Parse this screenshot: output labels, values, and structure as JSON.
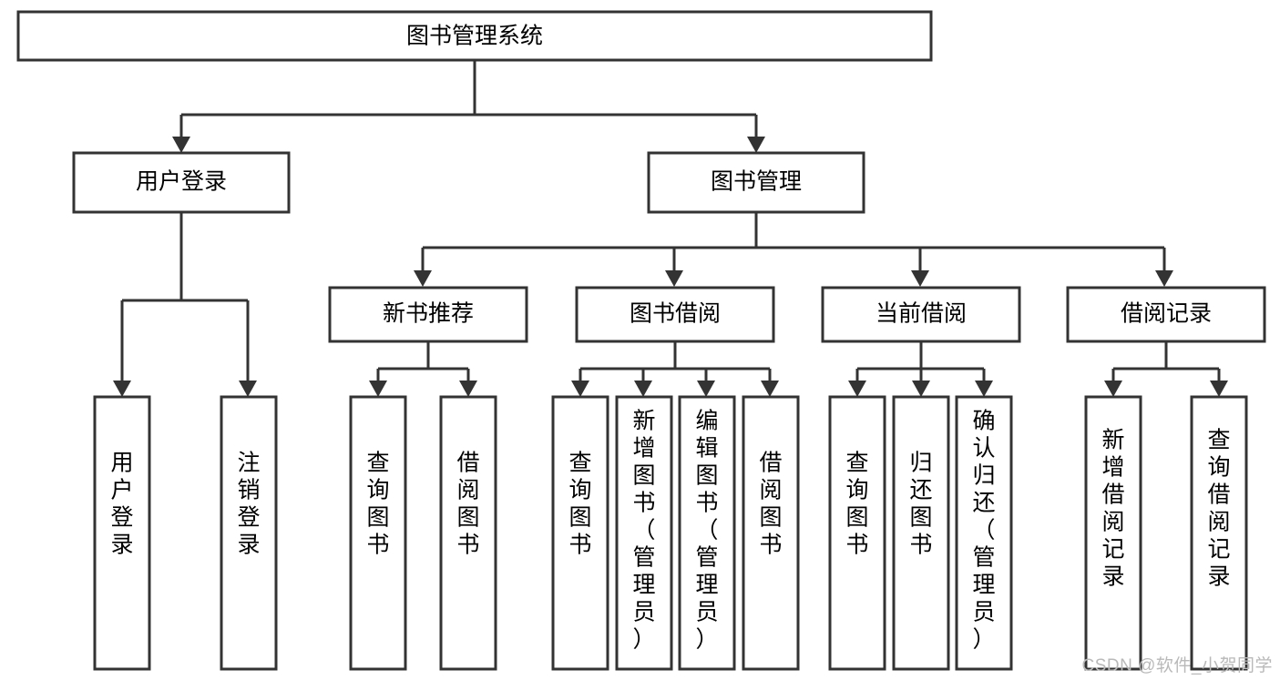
{
  "diagram": {
    "title": "图书管理系统",
    "type": "tree-hierarchy-diagram",
    "colors": {
      "box_stroke": "#333333",
      "box_fill": "#ffffff",
      "text": "#000000",
      "background": "#ffffff",
      "watermark": "#b9b9b9"
    },
    "root": {
      "label": "图书管理系统"
    },
    "level2": [
      {
        "label": "用户登录"
      },
      {
        "label": "图书管理"
      }
    ],
    "level3": [
      {
        "label": "新书推荐"
      },
      {
        "label": "图书借阅"
      },
      {
        "label": "当前借阅"
      },
      {
        "label": "借阅记录"
      }
    ],
    "leaves": {
      "user_login": [
        {
          "label": "用户登录"
        },
        {
          "label": "注销登录"
        }
      ],
      "new_book_recommend": [
        {
          "label": "查询图书"
        },
        {
          "label": "借阅图书"
        }
      ],
      "book_borrow": [
        {
          "label": "查询图书"
        },
        {
          "label": "新增图书（管理员）"
        },
        {
          "label": "编辑图书（管理员）"
        },
        {
          "label": "借阅图书"
        }
      ],
      "current_borrow": [
        {
          "label": "查询图书"
        },
        {
          "label": "归还图书"
        },
        {
          "label": "确认归还（管理员）"
        }
      ],
      "borrow_record": [
        {
          "label": "新增借阅记录"
        },
        {
          "label": "查询借阅记录"
        }
      ]
    }
  },
  "watermark": {
    "text": "CSDN @软件_小贺同学"
  }
}
